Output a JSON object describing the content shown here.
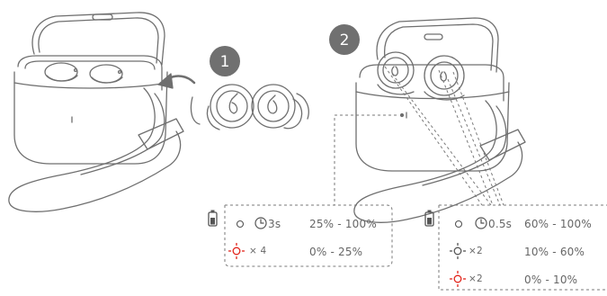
{
  "steps": [
    "1",
    "2"
  ],
  "panel_left": {
    "row1": {
      "duration": "3s",
      "range": "25% - 100%"
    },
    "row2": {
      "count": "× 4",
      "range": "0% - 25%"
    }
  },
  "panel_right": {
    "row1": {
      "duration": "0.5s",
      "range": "60% - 100%"
    },
    "row2": {
      "count": "×2",
      "range": "10% - 60%"
    },
    "row3": {
      "count": "×2",
      "range": "0% - 10%"
    }
  },
  "colors": {
    "line": "#6f6f6f",
    "red": "#e2231a",
    "badge": "#707070"
  },
  "icons": [
    "battery-icon",
    "led-off-icon",
    "clock-icon",
    "led-flash-icon",
    "arrow-icon",
    "earbud-icon"
  ]
}
